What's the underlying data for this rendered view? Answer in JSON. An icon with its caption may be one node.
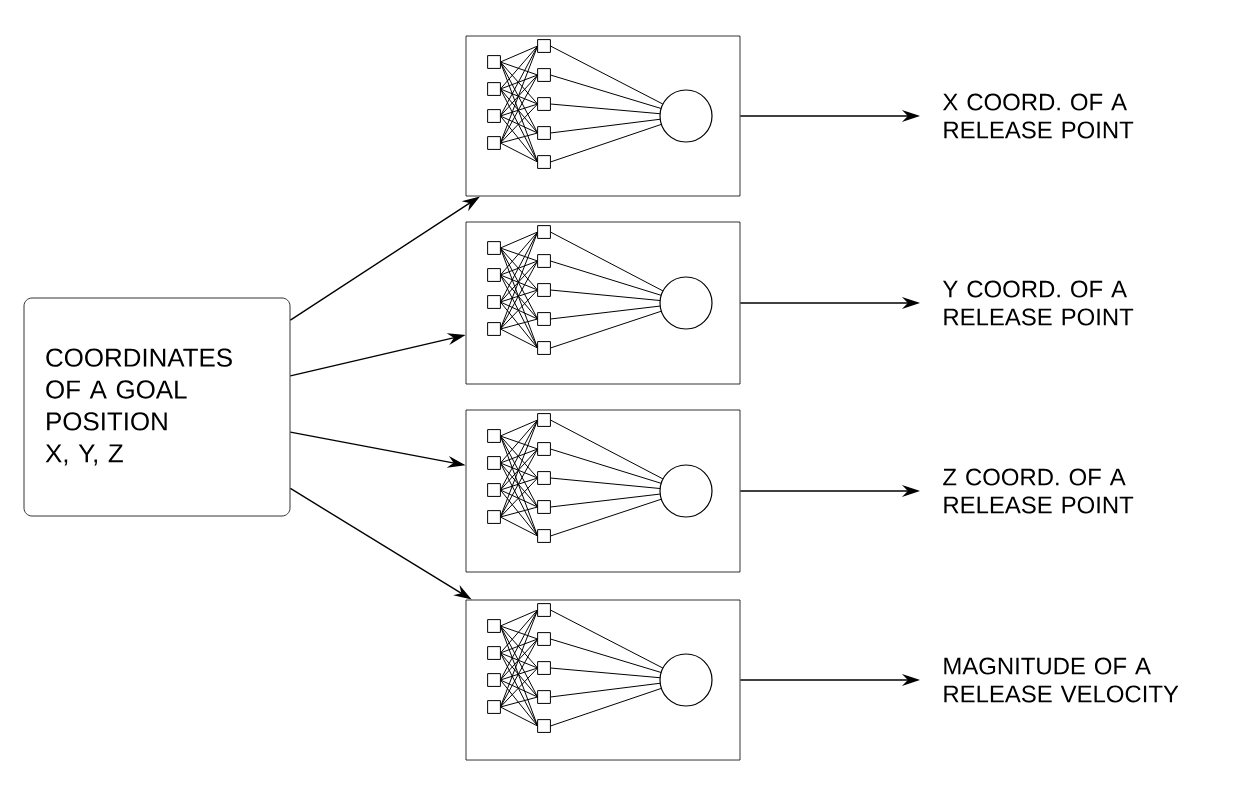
{
  "diagram": {
    "nodes": [
      {
        "text": [
          "COORDINATES OF A GOAL POSITION",
          "X, Y, Z"
        ]
      },
      {
        "text": [],
        "shape": "picture"
      },
      {
        "text": [],
        "shape": "picture"
      },
      {
        "text": [],
        "shape": "picture"
      },
      {
        "text": [],
        "shape": "picture"
      },
      {
        "text": [
          "X COORD. OF A RELEASE POINT"
        ]
      },
      {
        "text": [
          "Y COORD. OF A RELEASE POINT"
        ]
      },
      {
        "text": [
          "Z COORD. OF A RELEASE POINT"
        ]
      },
      {
        "text": [
          "MAGNITUDE OF A RELEASE VELOCITY"
        ]
      }
    ],
    "edges": [
      {
        "from": 0,
        "to": 1,
        "arrow": "to"
      },
      {
        "from": 0,
        "to": 2,
        "arrow": "to"
      },
      {
        "from": 0,
        "to": 3,
        "arrow": "to"
      },
      {
        "from": 0,
        "to": 4,
        "arrow": "to"
      },
      {
        "from": 1,
        "to": 5,
        "arrow": "to"
      },
      {
        "from": 2,
        "to": 6,
        "arrow": "to"
      },
      {
        "from": 3,
        "to": 7,
        "arrow": "to"
      },
      {
        "from": 4,
        "to": 8,
        "arrow": "to"
      }
    ]
  }
}
